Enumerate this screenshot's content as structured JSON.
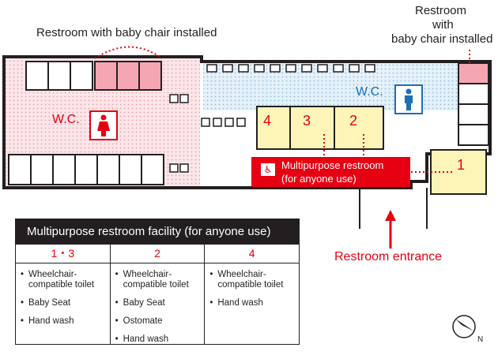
{
  "labels": {
    "baby_chair_left": "Restroom with baby chair installed",
    "baby_chair_right_1": "Restroom",
    "baby_chair_right_2": "with",
    "baby_chair_right_3": "baby chair installed",
    "wc_women": "W.C.",
    "wc_men": "W.C.",
    "entrance": "Restroom entrance",
    "north": "N"
  },
  "multipurpose": {
    "line1": "Multipurpose restroom",
    "line2": "(for anyone use)",
    "icon": "wheelchair-icon"
  },
  "room_numbers": {
    "r4": "4",
    "r3": "3",
    "r2": "2",
    "r1": "1"
  },
  "facility_table": {
    "title": "Multipurpose restroom facility (for anyone use)",
    "columns": [
      {
        "header": "1・3",
        "items": [
          "Wheelchair-compatible toilet",
          "Baby Seat",
          "Hand wash"
        ]
      },
      {
        "header": "2",
        "items": [
          "Wheelchair-compatible toilet",
          "Baby Seat",
          "Ostomate",
          "Hand wash"
        ]
      },
      {
        "header": "4",
        "items": [
          "Wheelchair-compatible toilet",
          "Hand wash"
        ]
      }
    ]
  },
  "colors": {
    "women_area": "#f8d9dd",
    "men_area": "#dcebf6",
    "multipurpose_room": "#fdf5b8",
    "accent_red": "#e60012",
    "men_blue": "#1b6fb5",
    "ink": "#231f20"
  }
}
